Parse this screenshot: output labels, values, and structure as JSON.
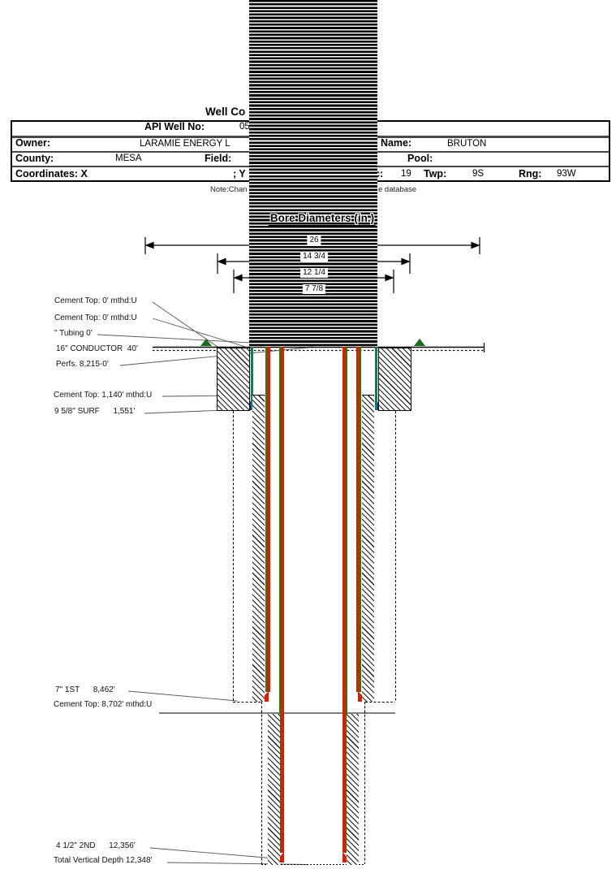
{
  "header": {
    "title_visible": "Well Co",
    "rows": {
      "api_label": "API Well No:",
      "api_value": "05",
      "owner_label": "Owner:",
      "owner_value": "LARAMIE ENERGY L",
      "well_name_label": "l Name:",
      "well_name_value": "BRUTON",
      "county_label": "County:",
      "county_value": "MESA",
      "field_label": "Field:",
      "pool_label": "Pool:",
      "coordinates_label": "Coordinates: X",
      "coordinates_y_label": "; Y",
      "sec_label": "c:",
      "sec_value": "19",
      "twp_label": "Twp:",
      "twp_value": "9S",
      "rng_label": "Rng:",
      "rng_value": "93W"
    },
    "note_left": "Note:Chan",
    "note_right": "e database"
  },
  "bore": {
    "title": "Bore Diameters (in.)",
    "dims": [
      "26",
      "14 3/4",
      "12 1/4",
      "7 7/8"
    ]
  },
  "annotations": [
    "Cement Top: 0' mthd:U",
    "Cement Top: 0' mthd:U",
    "\" Tubing 0'",
    "16\" CONDUCTOR  40'",
    "Perfs. 8,215-0'",
    "Cement Top: 1,140' mthd:U",
    "9 5/8\" SURF      1,551'",
    "7\" 1ST      8,462'",
    "Cement Top: 8,702' mthd:U",
    "4 1/2\" 2ND      12,356'",
    "Total Vertical Depth 12,348'"
  ],
  "colors": {
    "casing_red": "#dd1c00",
    "casing_green_edge": "#0b8a0b",
    "surface_casing_green": "#0c7d5e",
    "shoe_blue": "#0018c8",
    "wellhead_green": "#1c6b1c",
    "redaction_black": "#000000"
  }
}
